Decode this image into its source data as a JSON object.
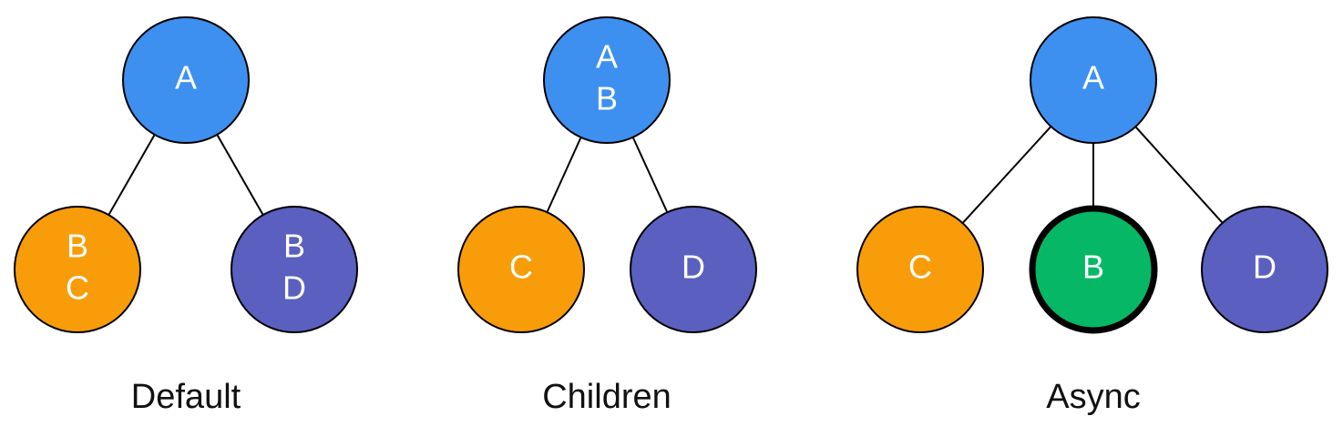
{
  "colors": {
    "blue": "#3d90ef",
    "orange": "#f89c0a",
    "purple": "#5b5fc0",
    "green": "#06b866",
    "outline": "#000000",
    "text_on_node": "#ffffff",
    "caption_text": "#111111"
  },
  "diagrams": [
    {
      "caption": "Default",
      "root": {
        "lines": [
          "A"
        ],
        "color_key": "blue"
      },
      "children": [
        {
          "lines": [
            "B",
            "C"
          ],
          "color_key": "orange",
          "emphasis": false
        },
        {
          "lines": [
            "B",
            "D"
          ],
          "color_key": "purple",
          "emphasis": false
        }
      ]
    },
    {
      "caption": "Children",
      "root": {
        "lines": [
          "A",
          "B"
        ],
        "color_key": "blue"
      },
      "children": [
        {
          "lines": [
            "C"
          ],
          "color_key": "orange",
          "emphasis": false
        },
        {
          "lines": [
            "D"
          ],
          "color_key": "purple",
          "emphasis": false
        }
      ]
    },
    {
      "caption": "Async",
      "root": {
        "lines": [
          "A"
        ],
        "color_key": "blue"
      },
      "children": [
        {
          "lines": [
            "C"
          ],
          "color_key": "orange",
          "emphasis": false
        },
        {
          "lines": [
            "B"
          ],
          "color_key": "green",
          "emphasis": true
        },
        {
          "lines": [
            "D"
          ],
          "color_key": "purple",
          "emphasis": false
        }
      ]
    }
  ]
}
